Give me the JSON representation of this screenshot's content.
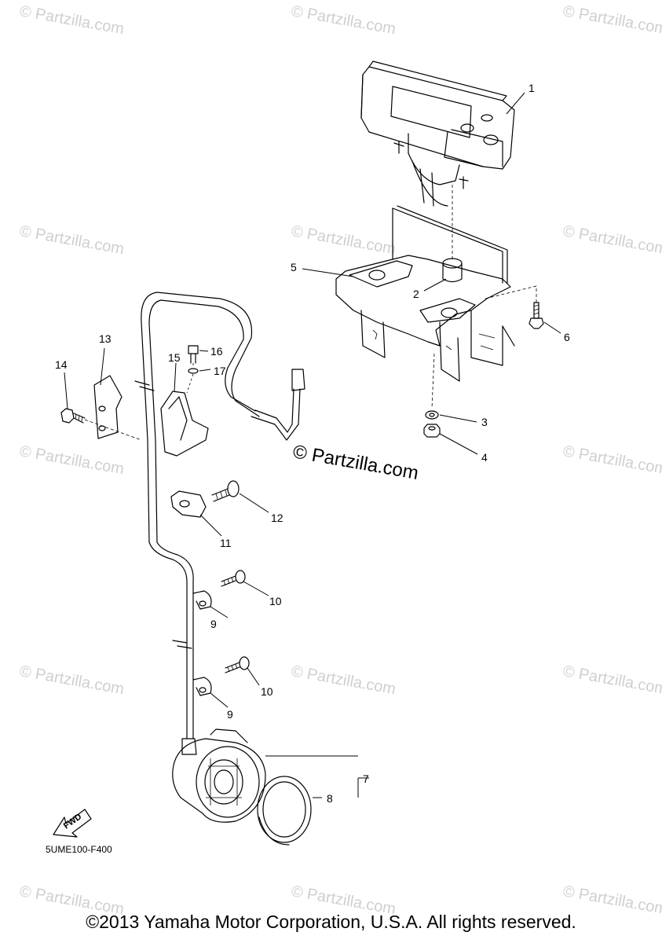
{
  "watermark": "© Partzilla.com",
  "center_watermark": "© Partzilla.com",
  "diagram_code": "5UME100-F400",
  "fwd_label": "FWD",
  "copyright": "©2013 Yamaha Motor Corporation, U.S.A. All rights reserved.",
  "callouts": [
    "1",
    "2",
    "3",
    "4",
    "5",
    "6",
    "7",
    "8",
    "9",
    "9",
    "10",
    "10",
    "11",
    "12",
    "13",
    "14",
    "15",
    "16",
    "17"
  ]
}
